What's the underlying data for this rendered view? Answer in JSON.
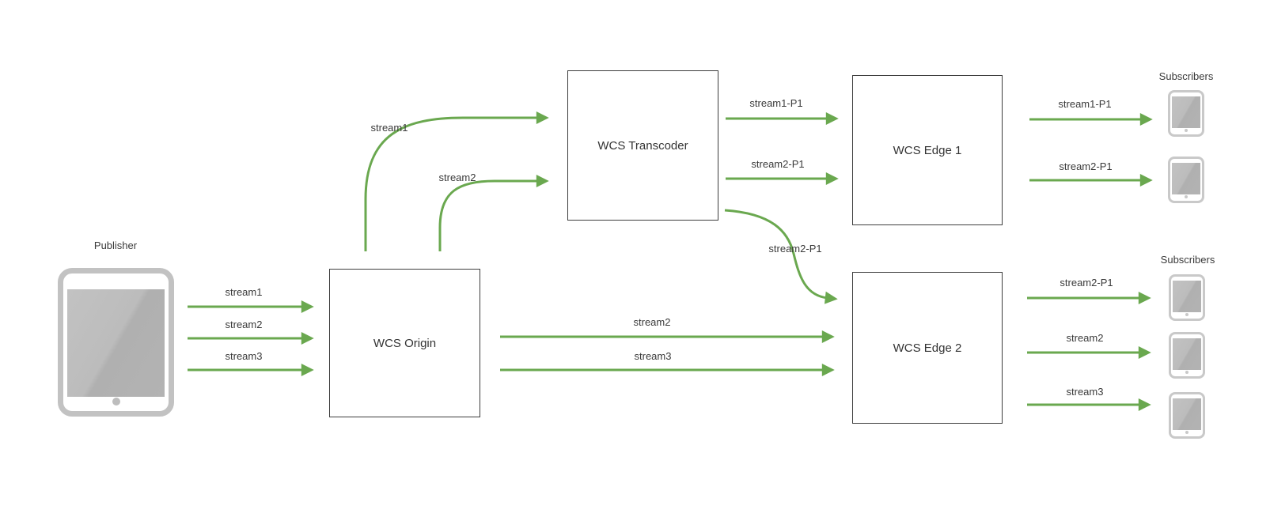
{
  "colors": {
    "arrow_green": "#6aa84f",
    "box_border": "#3d3d3d",
    "label_text": "#3a3a3a",
    "device_border": "#c2c2c2",
    "screen_gray": "#b3b3b3"
  },
  "publisher": {
    "label": "Publisher"
  },
  "nodes": {
    "origin": {
      "label": "WCS Origin"
    },
    "transcoder": {
      "label": "WCS Transcoder"
    },
    "edge1": {
      "label": "WCS Edge 1"
    },
    "edge2": {
      "label": "WCS Edge 2"
    }
  },
  "subscribers_top": {
    "label": "Subscribers",
    "device_count": 2
  },
  "subscribers_bottom": {
    "label": "Subscribers",
    "device_count": 3
  },
  "flows": {
    "publisher_to_origin": [
      "stream1",
      "stream2",
      "stream3"
    ],
    "origin_to_transcoder": [
      "stream1",
      "stream2"
    ],
    "transcoder_to_edge1": [
      "stream1-P1",
      "stream2-P1"
    ],
    "transcoder_to_edge2": [
      "stream2-P1"
    ],
    "origin_to_edge2": [
      "stream2",
      "stream3"
    ],
    "edge1_to_subscribers": [
      "stream1-P1",
      "stream2-P1"
    ],
    "edge2_to_subscribers": [
      "stream2-P1",
      "stream2",
      "stream3"
    ]
  }
}
